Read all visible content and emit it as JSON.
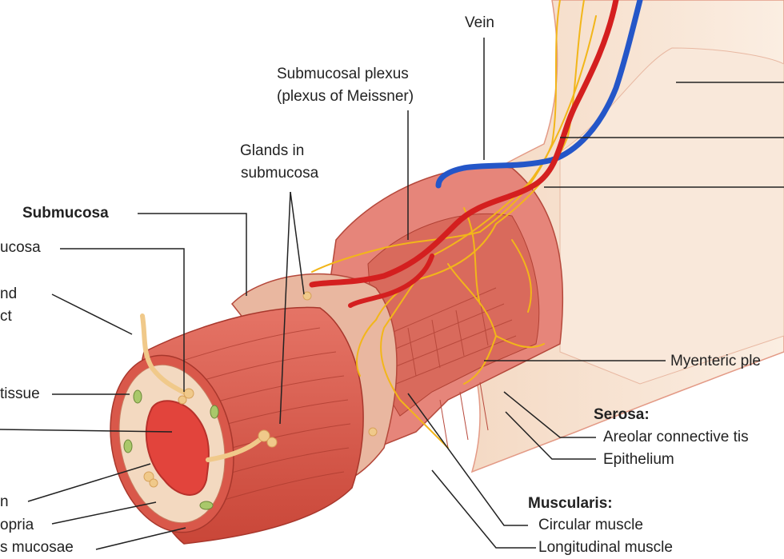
{
  "colors": {
    "muscle": "#d9584a",
    "muscle_dark": "#b83a2e",
    "muscle_light": "#e98272",
    "mucosa_tissue": "#f3d9c0",
    "lumen": "#e2443c",
    "nerve": "#f2b61a",
    "vein": "#2456c8",
    "artery": "#d41f1f",
    "serosa": "#f7e2cf",
    "leader_line": "#222222"
  },
  "labels": {
    "vein": "Vein",
    "submucosal_plexus_1": "Submucosal plexus",
    "submucosal_plexus_2": "(plexus of Meissner)",
    "glands_1": "Glands in",
    "glands_2": "submucosa",
    "submucosa": "Submucosa",
    "mucosa": "ucosa",
    "gland_duct_1": "nd",
    "gland_duct_2": "ct",
    "tissue": "tissue",
    "lumen": "n",
    "lamina_propria": "opria",
    "muscularis_mucosae": "s mucosae",
    "myenteric": "Myenteric ple",
    "serosa": "Serosa:",
    "areolar": "Areolar connective tis",
    "epithelium": "Epithelium",
    "muscularis": "Muscularis:",
    "circular": "Circular muscle",
    "longitudinal": "Longitudinal muscle"
  }
}
